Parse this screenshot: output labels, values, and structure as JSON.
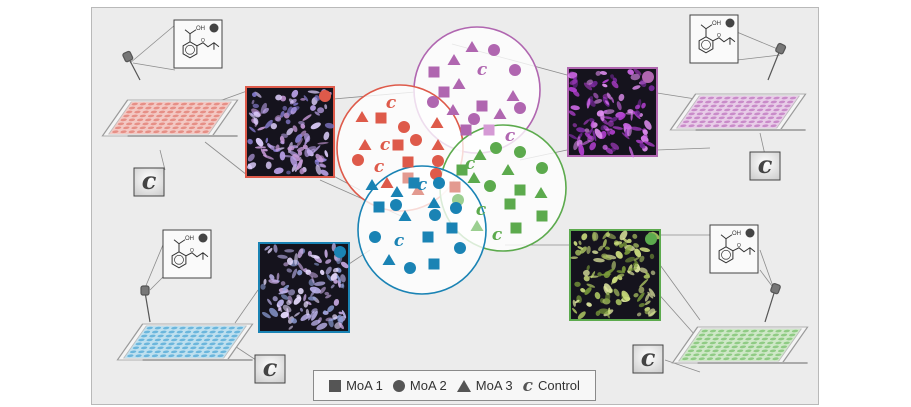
{
  "colors": {
    "red": "#de5a4a",
    "purple": "#b066b0",
    "green": "#5caa4d",
    "blue": "#1a83b4",
    "legend_gray": "#555555"
  },
  "clusters": [
    {
      "name": "red",
      "color": "#de5a4a"
    },
    {
      "name": "purple",
      "color": "#b066b0"
    },
    {
      "name": "green",
      "color": "#5caa4d"
    },
    {
      "name": "blue",
      "color": "#1a83b4"
    }
  ],
  "icons": {
    "molecule": "aspirin-structure-icon",
    "control": "control-c-icon",
    "plate": "well-plate-icon",
    "pipette": "pipette-icon",
    "micrograph": "cell-micrograph-image"
  },
  "molecule_label": "OH",
  "control_glyph": "c",
  "legend": {
    "items": [
      {
        "shape": "square",
        "label": "MoA 1"
      },
      {
        "shape": "circle",
        "label": "MoA 2"
      },
      {
        "shape": "triangle",
        "label": "MoA 3"
      },
      {
        "shape": "c",
        "label": "Control"
      }
    ]
  }
}
